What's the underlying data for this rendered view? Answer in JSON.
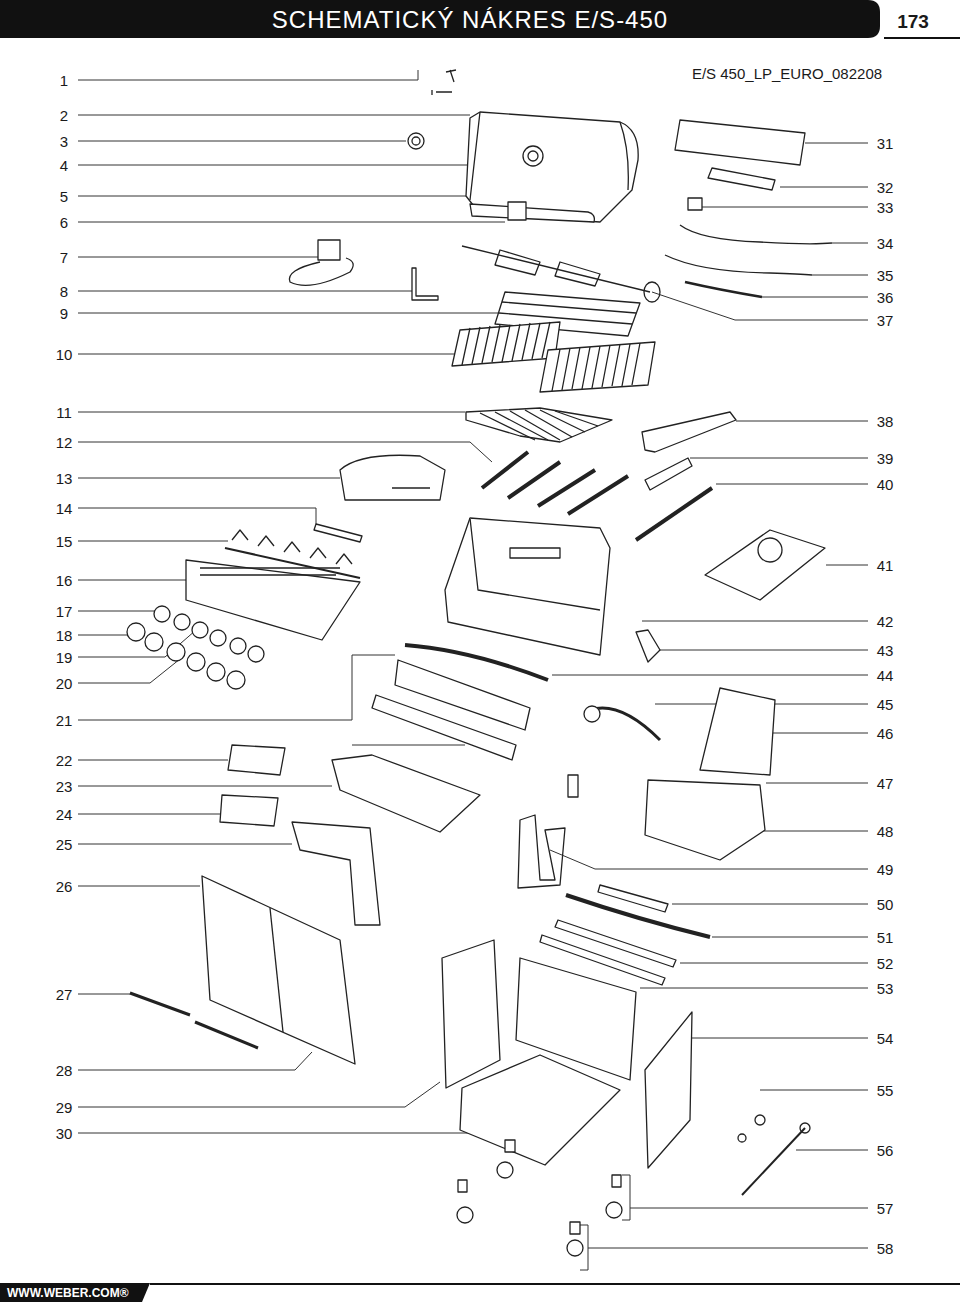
{
  "diagram": {
    "title": "SCHEMATICKÝ NÁKRES E/S-450",
    "labels": [
      "173",
      "E/S 450_LP_EURO_082208",
      "1",
      "2",
      "3",
      "4",
      "5",
      "6",
      "7",
      "8",
      "9",
      "10",
      "11",
      "12",
      "13",
      "14",
      "15",
      "16",
      "17",
      "18",
      "19",
      "20",
      "21",
      "22",
      "23",
      "24",
      "25",
      "26",
      "27",
      "28",
      "29",
      "30",
      "31",
      "32",
      "33",
      "34",
      "35",
      "36",
      "37",
      "38",
      "39",
      "40",
      "41",
      "42",
      "43",
      "44",
      "45",
      "46",
      "47",
      "48",
      "49",
      "50",
      "51",
      "52",
      "53",
      "54",
      "55",
      "56",
      "57",
      "58",
      "WWW.WEBER.COM®"
    ]
  }
}
